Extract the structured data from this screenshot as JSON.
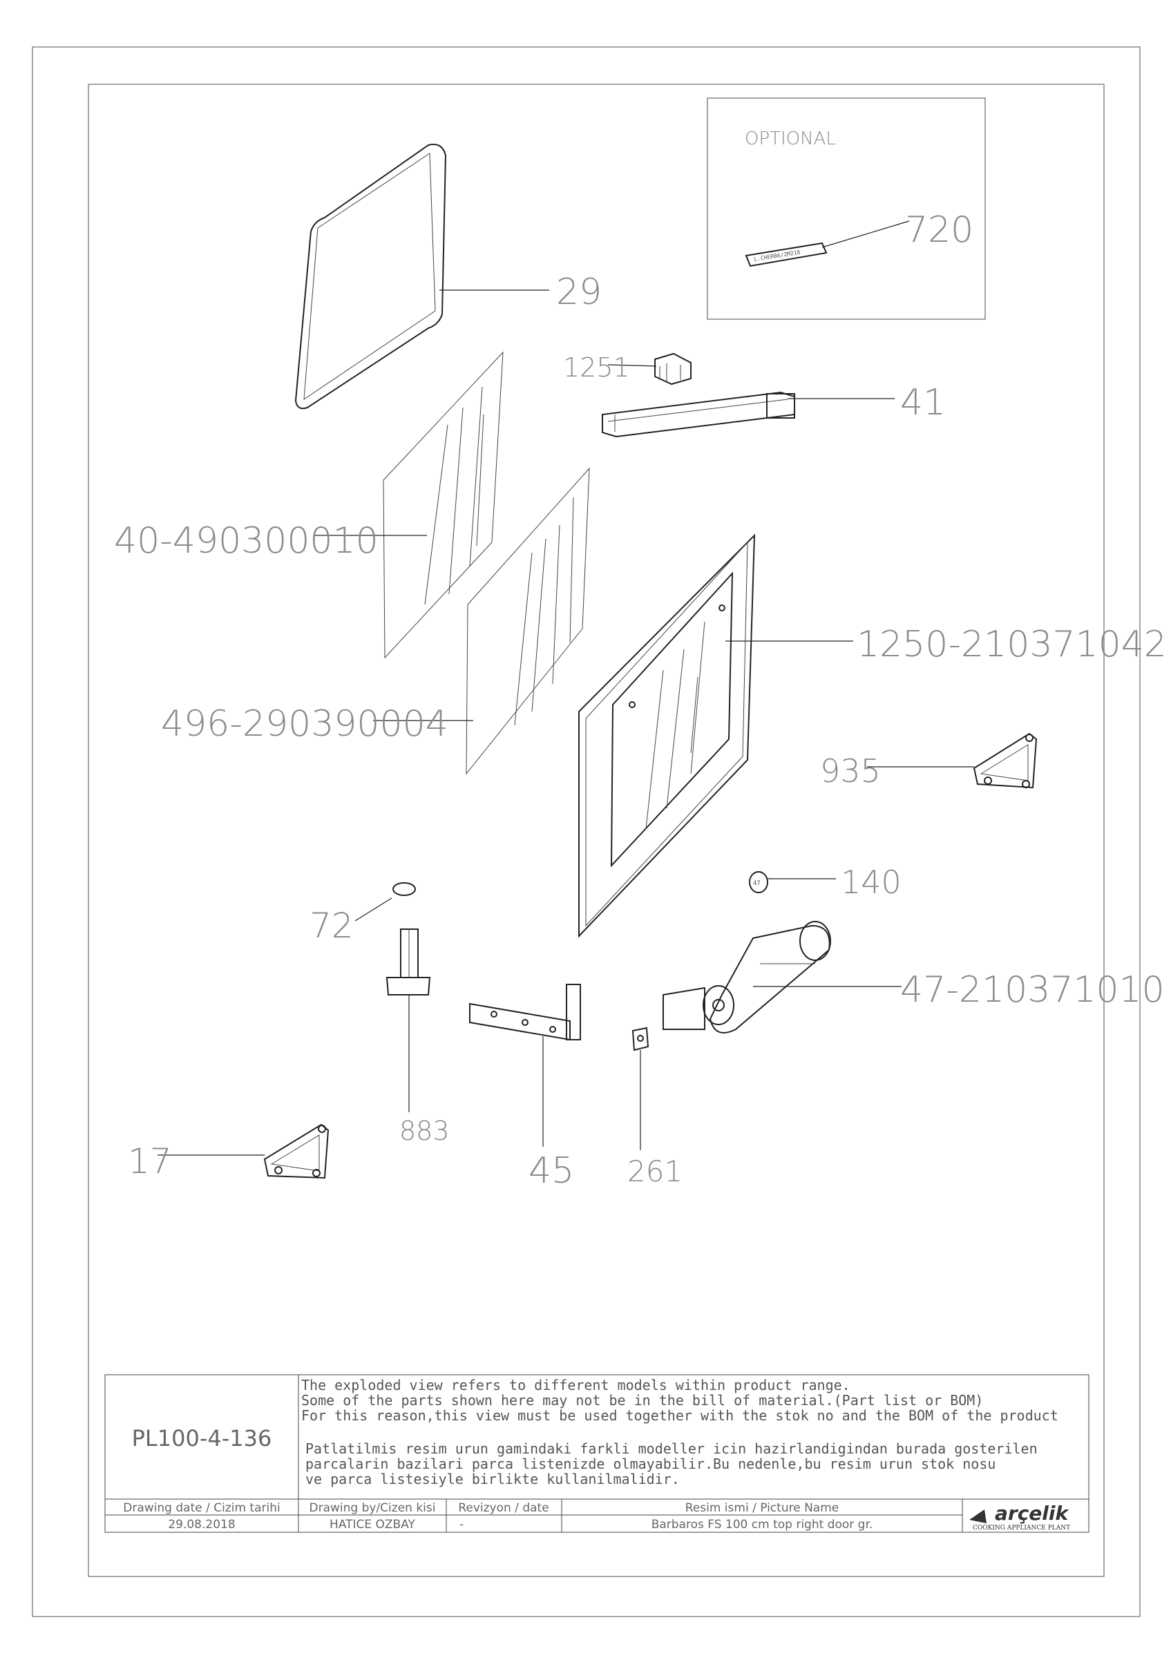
{
  "optional_box": {
    "title": "OPTIONAL",
    "part_label": "720"
  },
  "callouts": {
    "c29": "29",
    "c1251": "1251",
    "c41": "41",
    "c40": "40-490300010",
    "c1250": "1250-210371042",
    "c496": "496-290390004",
    "c935": "935",
    "c140": "140",
    "c72": "72",
    "c47": "47-210371010",
    "c883": "883",
    "c45": "45",
    "c261": "261",
    "c17": "17"
  },
  "title_block": {
    "drawing_no": "PL100-4-136",
    "note_en": [
      "The exploded view refers to different models within product range.",
      "Some of the parts shown here may not be in the bill of material.(Part list or BOM)",
      "For this reason,this view must be used together with the stok no and the BOM of the product"
    ],
    "note_tr": [
      "Patlatilmis resim urun gamindaki farkli modeller icin hazirlandigindan burada gosterilen",
      "parcalarin bazilari parca listenizde olmayabilir.Bu nedenle,bu resim urun stok nosu",
      "ve parca listesiyle birlikte kullanilmalidir."
    ],
    "headers": {
      "date": "Drawing date / Cizim tarihi",
      "by": "Drawing by/Cizen kisi",
      "rev": "Revizyon / date",
      "name": "Resim ismi / Picture Name"
    },
    "values": {
      "date": "29.08.2018",
      "by": "HATICE OZBAY",
      "rev": "-",
      "name": "Barbaros FS 100 cm top right door gr."
    },
    "logo": {
      "brand": "arçelik",
      "subtitle": "COOKING APPLIANCE PLANT"
    }
  }
}
